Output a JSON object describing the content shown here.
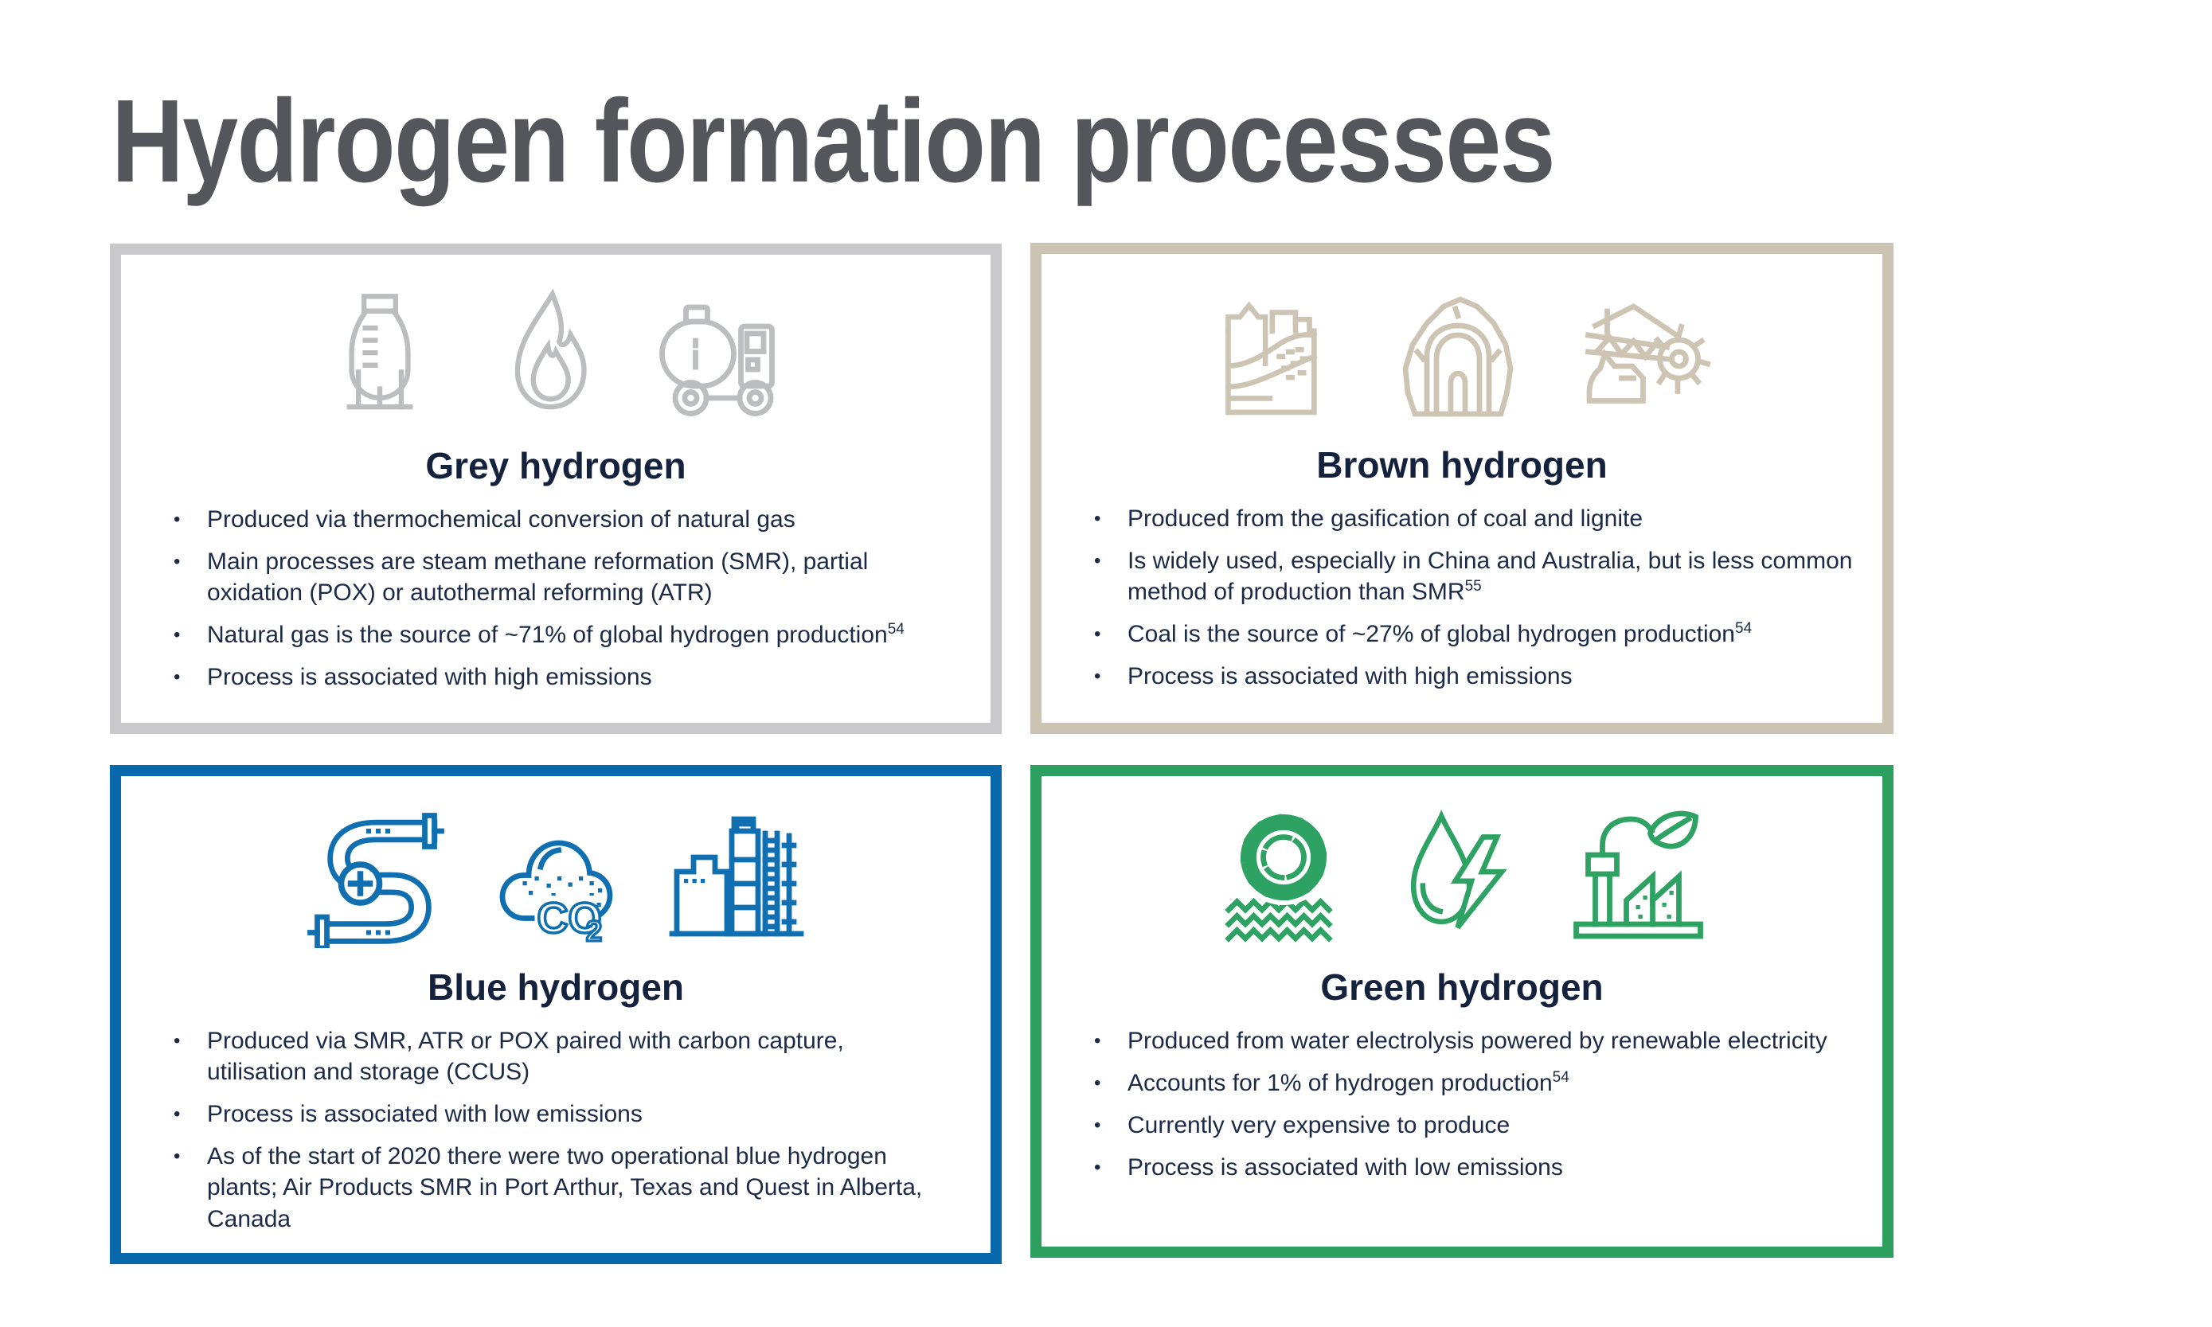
{
  "header": {
    "title": "Hydrogen formation processes"
  },
  "colors": {
    "header_text": "#55565b",
    "card_title_text": "#15223d",
    "body_text": "#1c2a47",
    "grey_accent": "#c9c9cb",
    "grey_icon": "#bcbdbf",
    "brown_accent": "#ccc3b2",
    "brown_icon": "#cdc4b3",
    "blue_accent": "#0769ab",
    "blue_icon": "#0f6fb0",
    "green_accent": "#2da05f",
    "green_icon": "#2ea263"
  },
  "cards": {
    "grey": {
      "title": "Grey hydrogen",
      "icons": [
        "storage-tank-icon",
        "flame-icon",
        "tanker-truck-icon"
      ],
      "bullets": [
        {
          "text": "Produced via thermochemical conversion of natural gas"
        },
        {
          "text": "Main processes are steam methane reformation (SMR), partial oxidation (POX) or autothermal reforming (ATR)"
        },
        {
          "text": "Natural gas is the source of ~71% of global hydrogen production",
          "sup": "54"
        },
        {
          "text": "Process is associated with high emissions"
        }
      ]
    },
    "brown": {
      "title": "Brown hydrogen",
      "icons": [
        "coal-seam-icon",
        "mine-entrance-icon",
        "bucket-wheel-excavator-icon"
      ],
      "bullets": [
        {
          "text": "Produced from the gasification of coal and lignite"
        },
        {
          "text": "Is widely used, especially in China and Australia, but is less common method of production than SMR",
          "sup": "55"
        },
        {
          "text": "Coal is the source of ~27% of global hydrogen production",
          "sup": "54"
        },
        {
          "text": "Process is associated with high emissions"
        }
      ]
    },
    "blue": {
      "title": "Blue hydrogen",
      "co2_label": "CO",
      "co2_sub": "2",
      "icons": [
        "pipeline-icon",
        "co2-cloud-icon",
        "refinery-icon"
      ],
      "bullets": [
        {
          "text": "Produced via SMR, ATR or POX paired with carbon capture, utilisation and storage (CCUS)"
        },
        {
          "text": "Process is associated with low emissions"
        },
        {
          "text": "As of the start of 2020 there were two operational blue hydrogen plants; Air Products SMR in Port Arthur, Texas and Quest in Alberta, Canada"
        }
      ]
    },
    "green": {
      "title": "Green hydrogen",
      "icons": [
        "gear-sun-waves-icon",
        "droplet-lightning-icon",
        "eco-factory-leaf-icon"
      ],
      "bullets": [
        {
          "text": "Produced from water electrolysis powered by renewable electricity"
        },
        {
          "text": "Accounts for 1% of hydrogen production",
          "sup": "54"
        },
        {
          "text": "Currently very expensive to produce"
        },
        {
          "text": "Process is associated with low emissions"
        }
      ]
    }
  }
}
